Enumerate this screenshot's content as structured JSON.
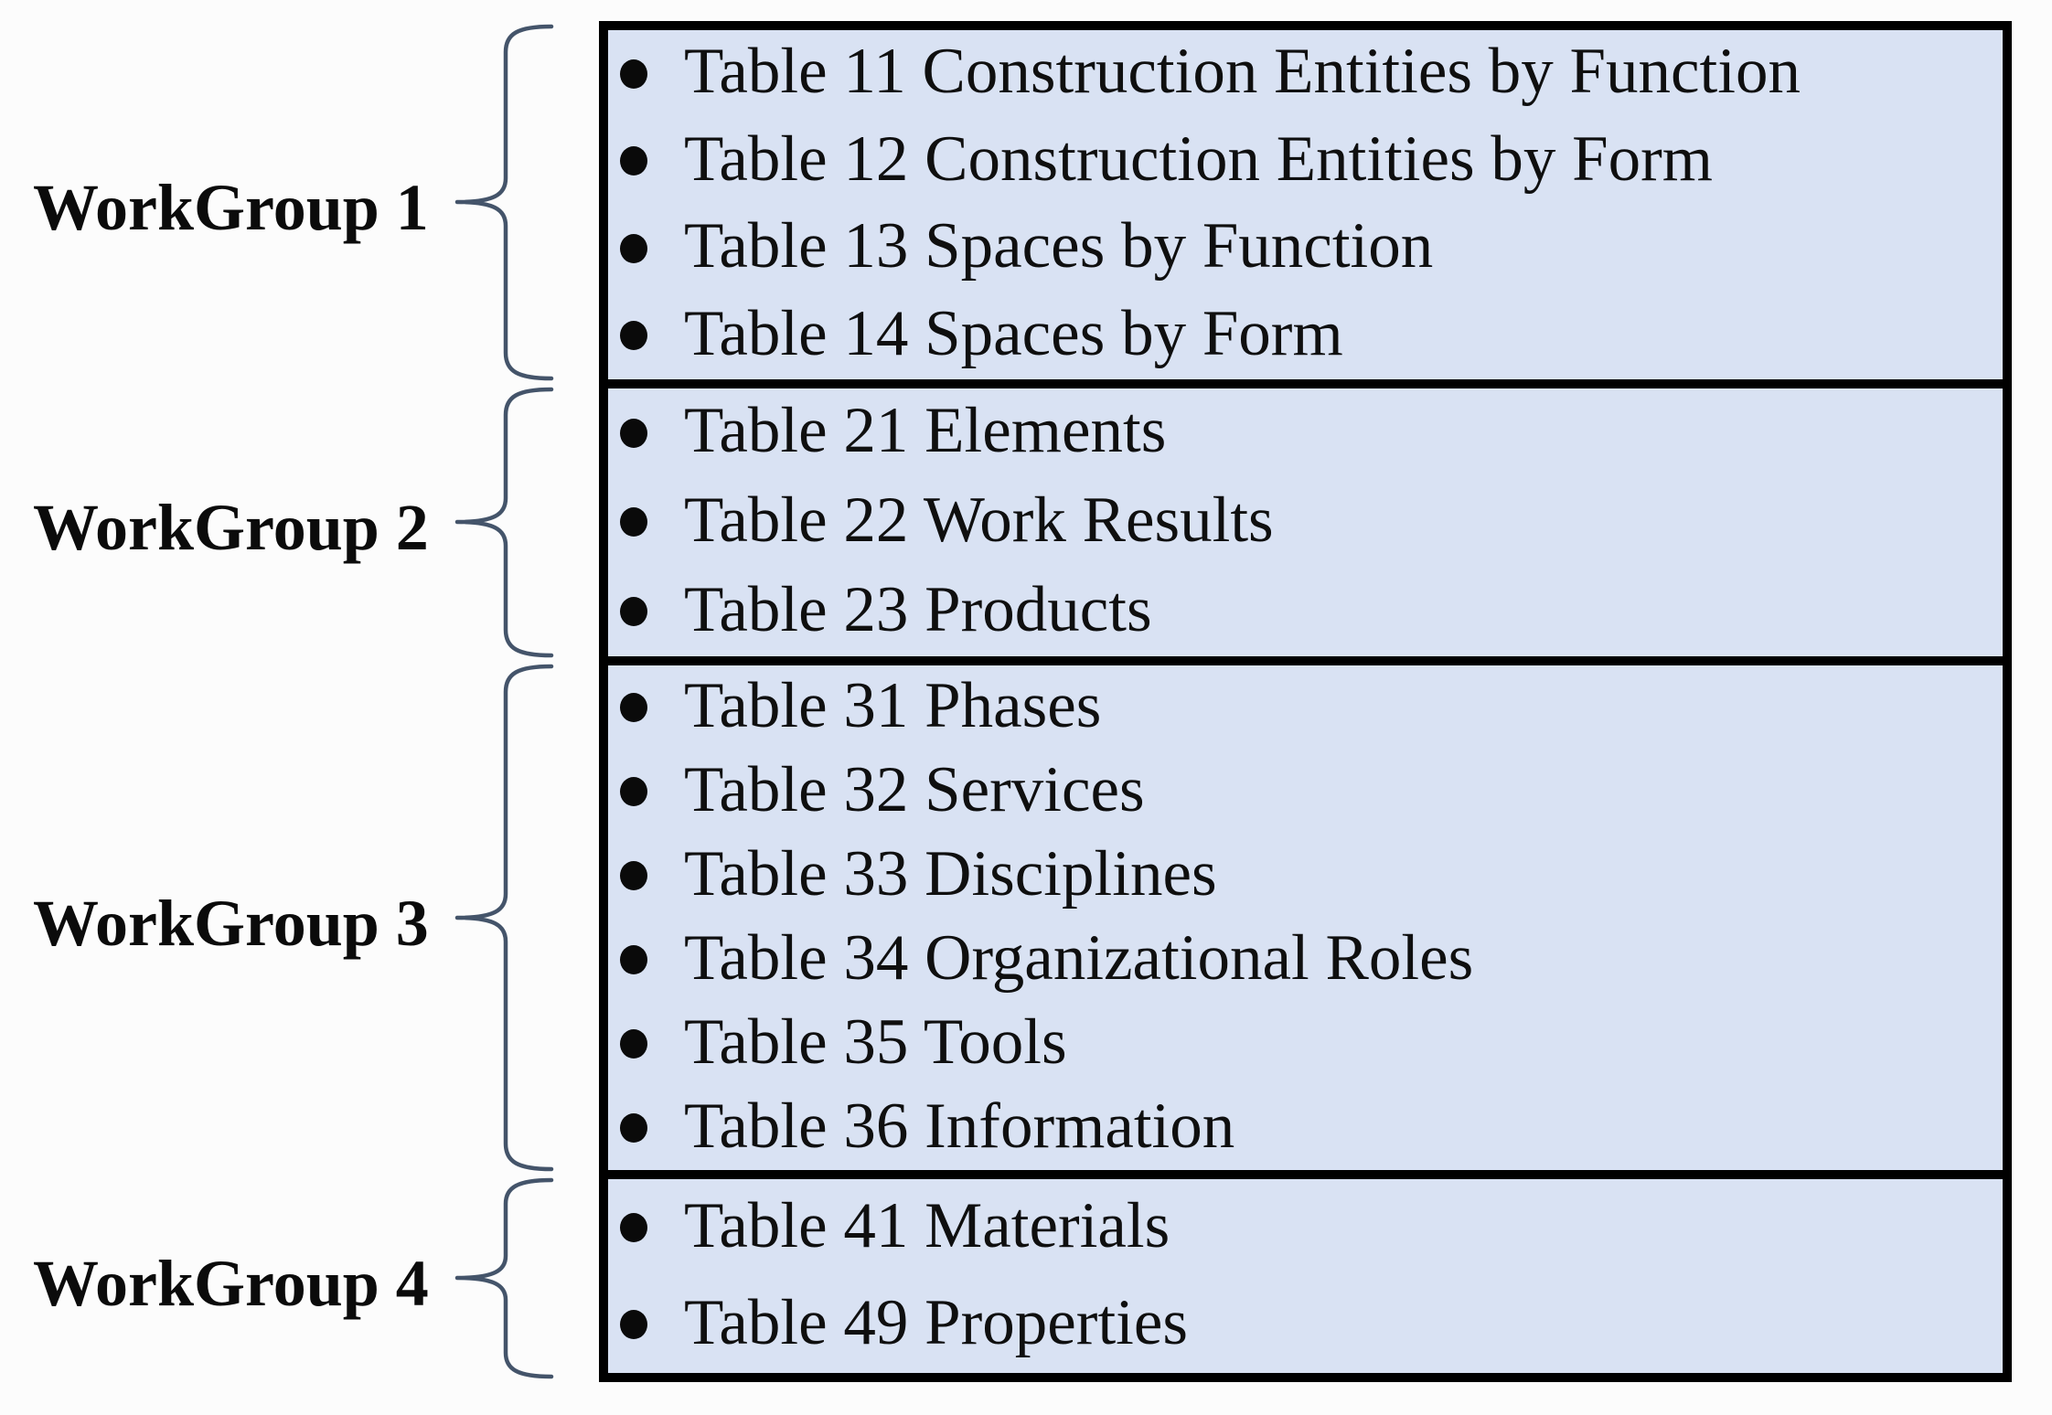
{
  "workgroups": [
    {
      "label": "WorkGroup 1",
      "tables": [
        "Table 11 Construction Entities by Function",
        "Table 12 Construction Entities by Form",
        "Table 13 Spaces by Function",
        "Table 14 Spaces by Form"
      ]
    },
    {
      "label": "WorkGroup 2",
      "tables": [
        "Table 21 Elements",
        "Table 22 Work Results",
        "Table 23 Products"
      ]
    },
    {
      "label": "WorkGroup 3",
      "tables": [
        "Table 31 Phases",
        "Table 32 Services",
        "Table 33 Disciplines",
        "Table 34 Organizational Roles",
        "Table 35 Tools",
        "Table 36 Information"
      ]
    },
    {
      "label": "WorkGroup 4",
      "tables": [
        "Table 41 Materials",
        "Table 49 Properties"
      ]
    }
  ],
  "colors": {
    "box_fill": "#d9e2f3",
    "box_border": "#000000",
    "brace": "#44546a",
    "label_text": "#0b0b0b",
    "item_text": "#0f0f0f"
  }
}
